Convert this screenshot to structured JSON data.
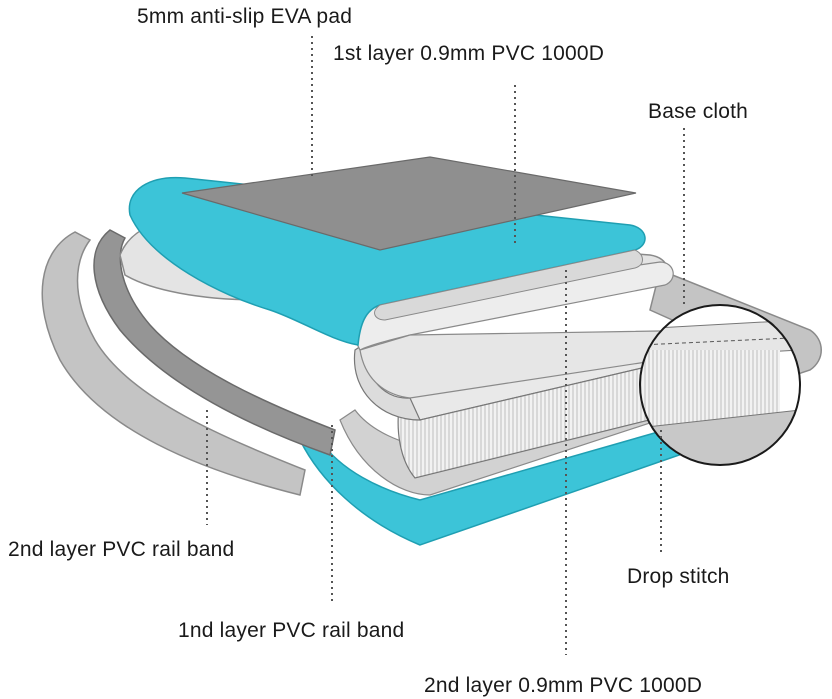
{
  "labels": {
    "eva_pad": "5mm anti-slip EVA pad",
    "layer1_pvc": "1st layer 0.9mm PVC 1000D",
    "base_cloth": "Base cloth",
    "rail2": "2nd layer PVC rail band",
    "drop_stitch": "Drop stitch",
    "rail1": "1nd layer PVC rail band",
    "layer2_pvc": "2nd layer 0.9mm PVC 1000D"
  },
  "colors": {
    "eva_pad": "#8f8f8f",
    "pvc_teal": "#3cc4d8",
    "base_light": "#e6e6e6",
    "rail_outer": "#c4c4c4",
    "rail_inner": "#959595",
    "leader": "#555555"
  }
}
